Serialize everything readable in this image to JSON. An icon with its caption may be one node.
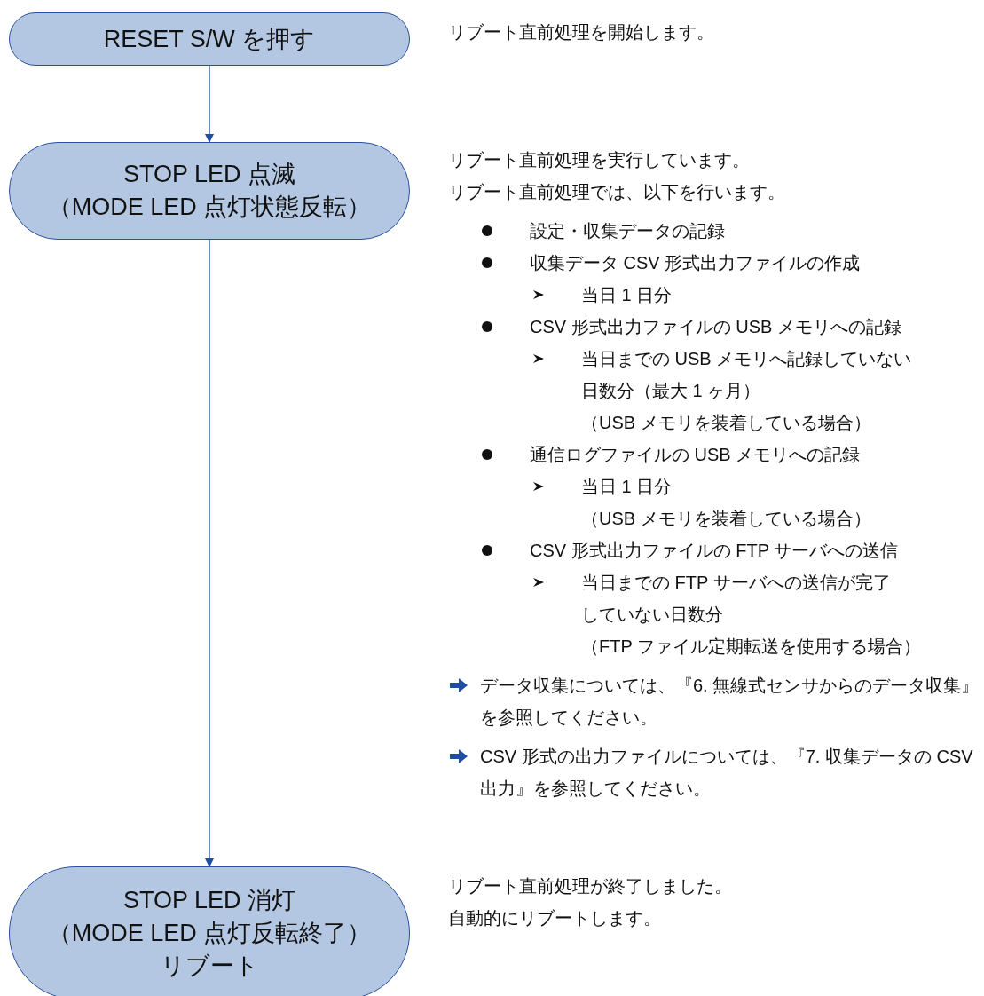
{
  "diagram": {
    "nodes": [
      {
        "text": [
          "RESET S/W を押す"
        ],
        "beside": [
          "リブート直前処理を開始します。"
        ]
      },
      {
        "text": [
          "STOP LED 点滅",
          "（MODE LED 点灯状態反転）"
        ],
        "beside": [
          "リブート直前処理を実行しています。",
          "リブート直前処理では、以下を行います。",
          "設定・収集データの記録",
          "収集データ CSV 形式出力ファイルの作成",
          "当日 1 日分",
          "CSV 形式出力ファイルの USB メモリへの記録",
          "当日までの USB メモリへ記録していない日数分（最大 1 ヶ月）",
          "（USB メモリを装着している場合）",
          "通信ログファイルの USB メモリへの記録",
          "当日 1 日分",
          "（USB メモリを装着している場合）",
          "CSV 形式出力ファイルの FTP サーバへの送信",
          "当日までの FTP サーバへの送信が完了していない日数分",
          "（FTP ファイル定期転送を使用する場合）",
          "データ収集については、『6. 無線式センサからのデータ収集』を参照してください。",
          "CSV 形式の出力ファイルについては、『7. 収集データの CSV 出力』を参照してください。"
        ]
      },
      {
        "text": [
          "STOP LED 消灯",
          "（MODE LED 点灯反転終了）",
          "リブート"
        ],
        "beside": [
          "リブート直前処理が終了しました。",
          "自動的にリブートします。"
        ]
      }
    ],
    "edges": [
      {
        "from": 0,
        "to": 1,
        "arrow": "to"
      },
      {
        "from": 1,
        "to": 2,
        "arrow": "to"
      }
    ]
  }
}
